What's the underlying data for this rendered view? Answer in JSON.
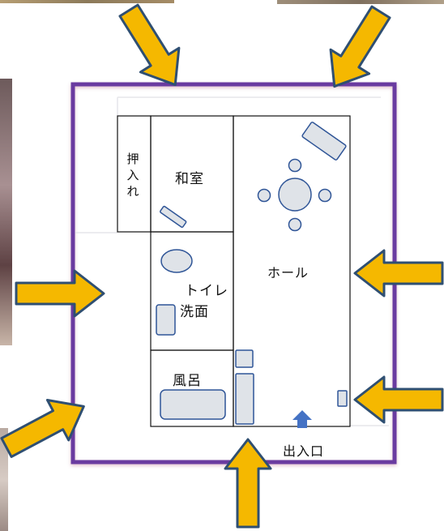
{
  "rooms": {
    "oshiire": "押入れ",
    "washitsu": "和室",
    "hall": "ホール",
    "toilet": "トイレ",
    "senmen": "洗面",
    "furo": "風呂",
    "entrance": "出入口"
  },
  "colors": {
    "outer_wall": "#6a3aa0",
    "room_line": "#111111",
    "arrow_fill": "#f5b800",
    "arrow_stroke": "#2f4f72",
    "furniture_fill": "#dfe3e8",
    "furniture_stroke": "#2f5597",
    "entrance_arrow": "#4472c4"
  }
}
